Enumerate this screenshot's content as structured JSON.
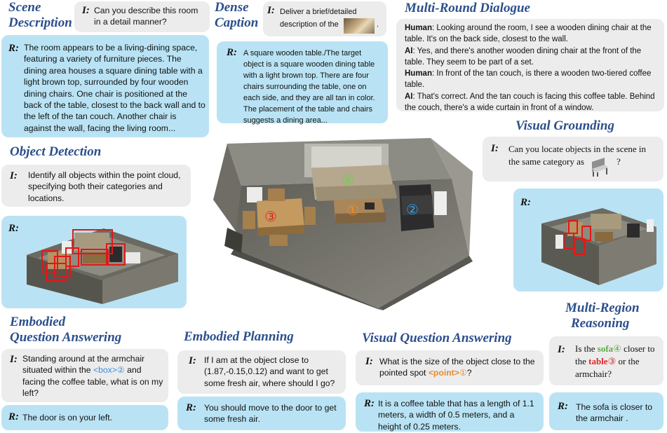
{
  "scene_description": {
    "title": [
      "Scene",
      "Description"
    ],
    "instruction_label": "I:",
    "instruction": "Can you describe this room in a detail manner?",
    "response_label": "R:",
    "response": "The room appears to be a living-dining space, featuring a variety of furniture pieces. The dining area houses a square dining table with a light brown top, surrounded by four wooden dining chairs. One chair is positioned at the back of the table, closest to the back wall and to the left of the tan couch. Another chair is against the wall, facing the living room..."
  },
  "dense_caption": {
    "title": [
      "Dense",
      "Caption"
    ],
    "instruction_label": "I:",
    "instruction_a": "Deliver a brief/detailed",
    "instruction_b": "description of the",
    "instruction_end": ".",
    "response_label": "R:",
    "response": "A square wooden table./The target object is a square wooden dining table with a light brown top. There are four chairs surrounding the table, one on each side, and they are all tan in color. The placement of the table and chairs suggests a dining area..."
  },
  "multi_round_dialogue": {
    "title": "Multi-Round Dialogue",
    "turns": [
      {
        "speaker": "Human",
        "text": ": Looking around the room, I see a wooden dining chair at the table. It's on the back side, closest to the wall."
      },
      {
        "speaker": "AI",
        "text": ": Yes, and there's another wooden dining chair at the front of the table. They seem to be part of a set."
      },
      {
        "speaker": "Human",
        "text": ": In front of the tan couch, is there a wooden two-tiered coffee table."
      },
      {
        "speaker": "AI",
        "text": ":  That's correct. And the tan couch is facing this coffee table. Behind the couch, there's a wide curtain in front of a window."
      }
    ]
  },
  "visual_grounding": {
    "title": "Visual Grounding",
    "instruction_label": "I:",
    "instruction_a": "Can you locate objects in the scene in",
    "instruction_b": "the same category as",
    "instruction_end": "?",
    "response_label": "R:"
  },
  "object_detection": {
    "title": "Object Detection",
    "instruction_label": "I:",
    "instruction": "Identify all objects within the point cloud, specifying both their categories and locations.",
    "response_label": "R:"
  },
  "scene_markers": {
    "m1": "①",
    "m2": "②",
    "m3": "③",
    "m4": "④"
  },
  "embodied_qa": {
    "title": [
      "Embodied",
      "Question Answering"
    ],
    "instruction_label": "I:",
    "instruction_a": "Standing around at the armchair situated within the",
    "token": "<box>",
    "token_num": "②",
    "instruction_b": "and facing the coffee table, what is on my left?",
    "response_label": "R:",
    "response": "The door is on your left."
  },
  "embodied_planning": {
    "title": "Embodied Planning",
    "instruction_label": "I:",
    "instruction": "If I am at the object close to (1.87,-0.15,0.12) and want to get some fresh air, where should I go?",
    "response_label": "R:",
    "response": "You should move to the door to get some fresh air."
  },
  "visual_qa": {
    "title": "Visual Question Answering",
    "instruction_label": "I:",
    "instruction_a": "What is the size of the object close to the pointed spot",
    "token": "<point>",
    "token_num": "①",
    "instruction_end": "?",
    "response_label": "R:",
    "response": "It is a coffee table that has a length of 1.1 meters, a width of 0.5 meters, and a height of 0.25 meters."
  },
  "multi_region": {
    "title": [
      "Multi-Region",
      "Reasoning"
    ],
    "instruction_label": "I:",
    "q_a": "Is the",
    "obj1": "sofa",
    "obj1_num": "④",
    "q_b": "closer to the",
    "obj2": "table",
    "obj2_num": "③",
    "q_c": "or the armchair?",
    "response_label": "R:",
    "response": "The sofa is closer to the armchair ."
  },
  "colors": {
    "title": "#2b4f8c",
    "instruction_bg": "#ececec",
    "response_bg": "#b9e3f4",
    "token_blue": "#3b8ed9",
    "token_orange": "#e88a2e",
    "token_green": "#5fa84a",
    "token_red": "#d82a2a",
    "bbox_red": "#e01818"
  }
}
